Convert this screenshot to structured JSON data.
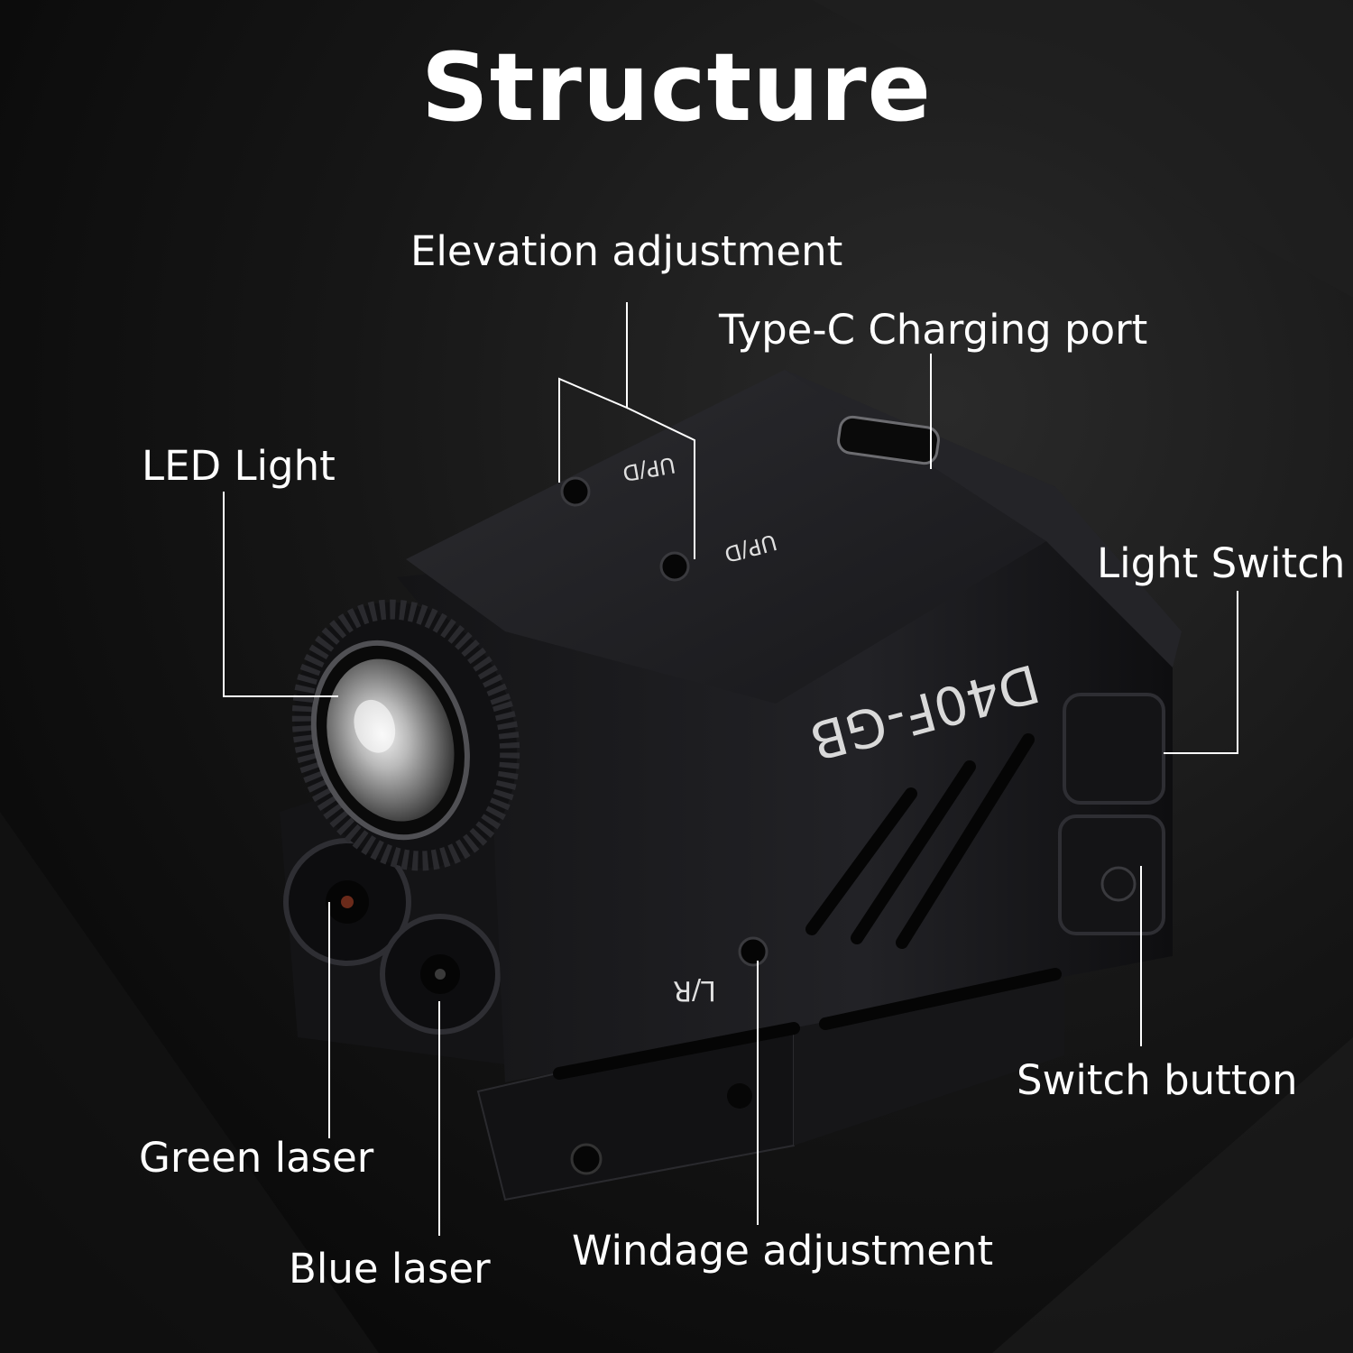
{
  "title": "Structure",
  "model_marking": "D40F-GB",
  "engravings": {
    "elevation_mark_1": "UP/D",
    "elevation_mark_2": "UP/D",
    "windage_mark": "L/R"
  },
  "callouts": {
    "elevation": "Elevation adjustment",
    "charging": "Type-C Charging port",
    "led": "LED Light",
    "light_switch": "Light Switch",
    "switch_button": "Switch button",
    "green_laser": "Green laser",
    "blue_laser": "Blue laser",
    "windage": "Windage adjustment"
  },
  "colors": {
    "background": "#0c0c0c",
    "device_body": "#1c1c1f",
    "text": "#ffffff",
    "leader_line": "#ffffff"
  }
}
